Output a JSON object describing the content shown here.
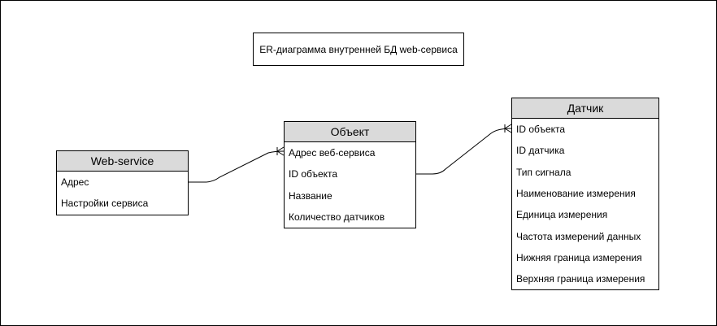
{
  "diagram": {
    "title": "ER-диаграмма внутренней БД web-сервиса",
    "entities": [
      {
        "id": "web_service",
        "name": "Web-service",
        "fields": [
          "Адрес",
          "Настройки сервиса"
        ]
      },
      {
        "id": "object",
        "name": "Объект",
        "fields": [
          "Адрес веб-сервиса",
          "ID объекта",
          "Название",
          "Количество датчиков"
        ]
      },
      {
        "id": "sensor",
        "name": "Датчик",
        "fields": [
          "ID объекта",
          "ID датчика",
          "Тип сигнала",
          "Наименование измерения",
          "Единица измерения",
          "Частота измерений данных",
          "Нижняя граница измерения",
          "Верхняя граница измерения"
        ]
      }
    ],
    "relations": [
      {
        "from": "web_service",
        "to": "object",
        "type": "one-to-many"
      },
      {
        "from": "object",
        "to": "sensor",
        "type": "one-to-many"
      }
    ]
  }
}
